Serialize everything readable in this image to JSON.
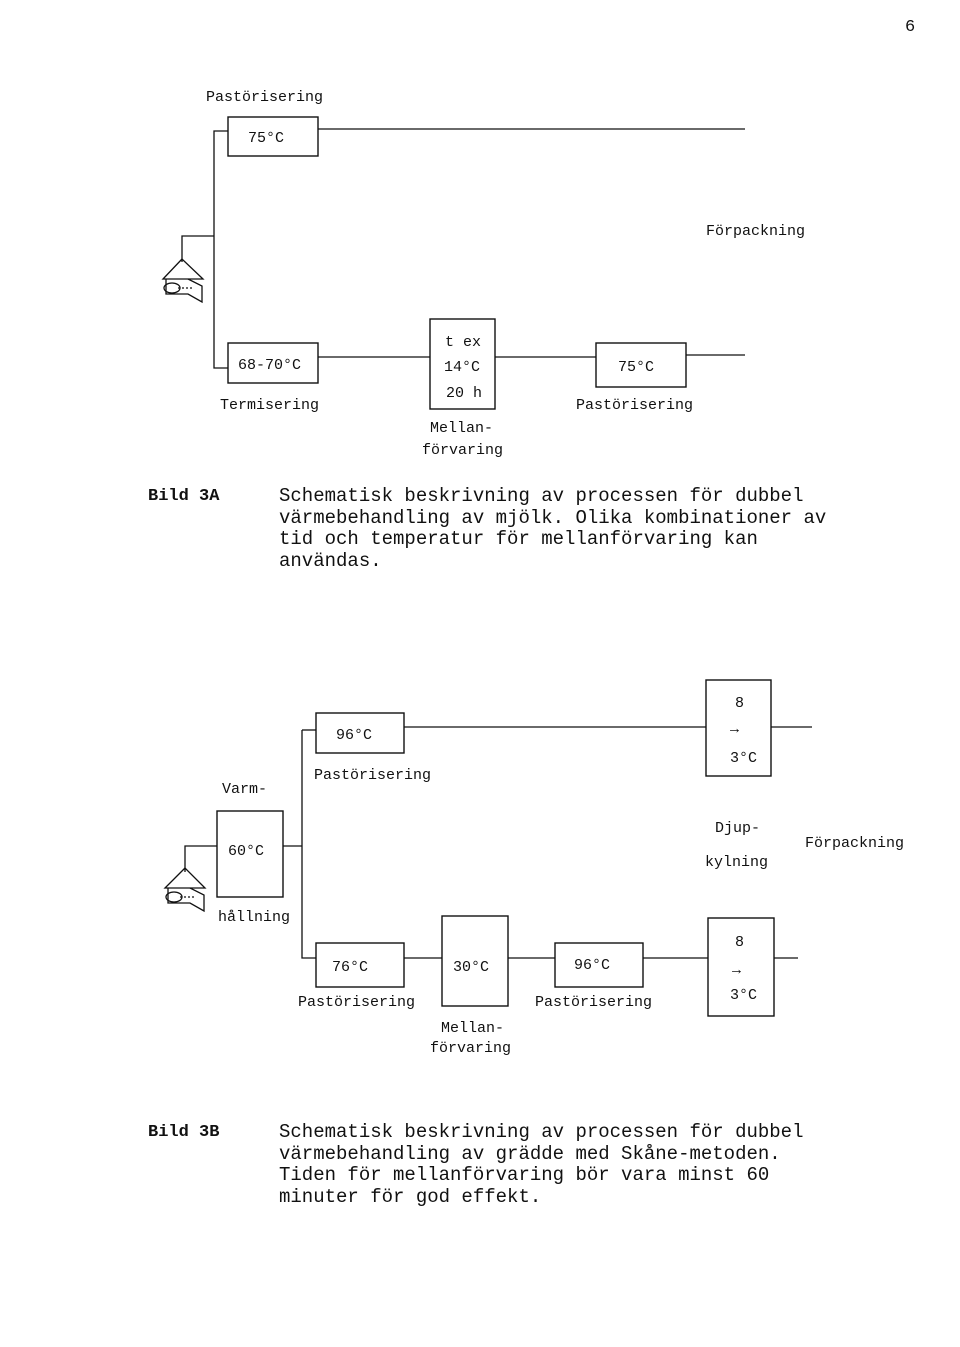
{
  "page_number": "6",
  "figure_a": {
    "top_pasteurization_label": "Pastörisering",
    "top_pasteurization_temp": "75°C",
    "packaging_label": "Förpackning",
    "thermization_temp": "68-70°C",
    "thermization_label": "Termisering",
    "storage_line1": "t ex",
    "storage_temp": "14°C",
    "storage_time": "20 h",
    "storage_label_line1": "Mellan-",
    "storage_label_line2": "förvaring",
    "pasteurization_temp": "75°C",
    "pasteurization_label": "Pastörisering"
  },
  "caption_a": {
    "label": "Bild 3A",
    "text": "Schematisk beskrivning av processen för dubbel\nvärmebehandling av mjölk. Olika kombinationer av\ntid och temperatur för mellanförvaring kan\nanvändas."
  },
  "figure_b": {
    "heating_label_line1": "Varm-",
    "heating_label_line2": "hållning",
    "heating_temp": "60°C",
    "upper_pasteurization_temp": "96°C",
    "upper_pasteurization_label": "Pastörisering",
    "deep_cooling_from": "8",
    "deep_cooling_arrow": "→",
    "deep_cooling_to": "3°C",
    "deep_cooling_label_line1": "Djup-",
    "deep_cooling_label_line2": "kylning",
    "packaging_label": "Förpackning",
    "lower_pasteurization1_temp": "76°C",
    "lower_pasteurization1_label": "Pastörisering",
    "storage_temp": "30°C",
    "storage_label_line1": "Mellan-",
    "storage_label_line2": "förvaring",
    "lower_pasteurization2_temp": "96°C",
    "lower_pasteurization2_label": "Pastörisering",
    "lower_cooling_from": "8",
    "lower_cooling_arrow": "→",
    "lower_cooling_to": "3°C"
  },
  "caption_b": {
    "label": "Bild 3B",
    "text": "Schematisk beskrivning av processen för dubbel\nvärmebehandling av grädde med Skåne-metoden.\nTiden för mellanförvaring bör vara minst 60\nminuter för god effekt."
  }
}
